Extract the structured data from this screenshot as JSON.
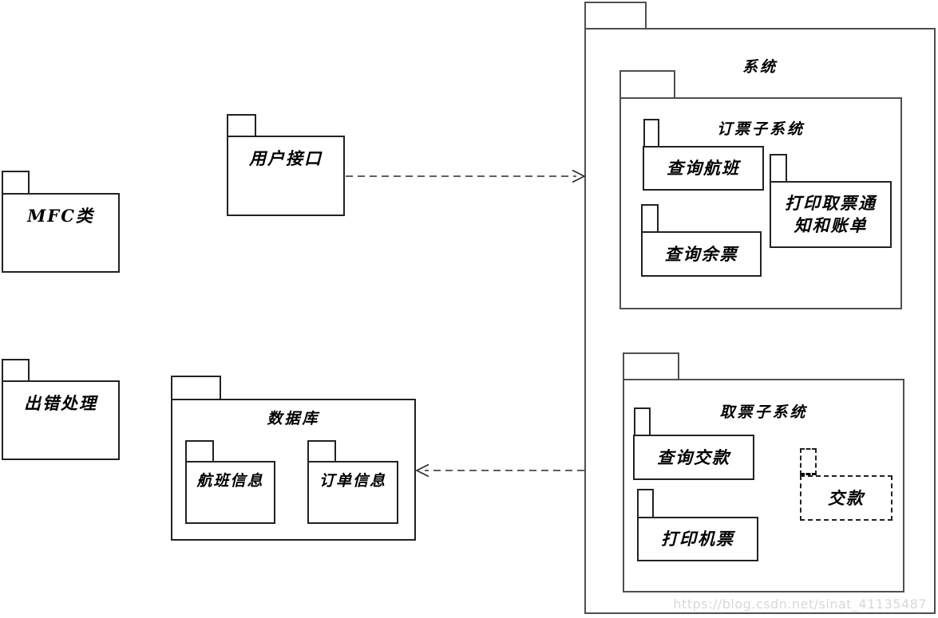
{
  "diagram_type": "uml-package-diagram",
  "colors": {
    "background": "#ffffff",
    "line": "#222222",
    "container_line": "#4f4f4f",
    "watermark": "#d8d8d8"
  },
  "watermark": {
    "text": "https://blog.csdn.net/sinat_41135487"
  },
  "packages": {
    "mfc": {
      "label": "MFC类"
    },
    "error_handling": {
      "label": "出错处理"
    },
    "user_interface": {
      "label": "用户接口"
    },
    "database": {
      "label": "数据库",
      "children": {
        "flight_info": {
          "label": "航班信息"
        },
        "order_info": {
          "label": "订单信息"
        }
      }
    },
    "system": {
      "label": "系统",
      "children": {
        "booking_subsystem": {
          "label": "订票子系统",
          "children": {
            "query_flights": {
              "label": "查询航班"
            },
            "print_pickup_notice_and_bill": {
              "lines": [
                "打印取票通",
                "知和账单"
              ]
            },
            "query_remaining_tickets": {
              "label": "查询余票"
            }
          }
        },
        "pickup_subsystem": {
          "label": "取票子系统",
          "children": {
            "query_payment": {
              "label": "查询交款"
            },
            "payment": {
              "label": "交款",
              "border_style": "dashed"
            },
            "print_ticket": {
              "label": "打印机票"
            }
          }
        }
      }
    }
  },
  "relations": [
    {
      "from": "user_interface",
      "to": "system",
      "type": "dashed-dependency-arrow",
      "direction": "right"
    },
    {
      "from": "system",
      "to": "database",
      "type": "dashed-dependency-arrow",
      "direction": "left"
    }
  ]
}
